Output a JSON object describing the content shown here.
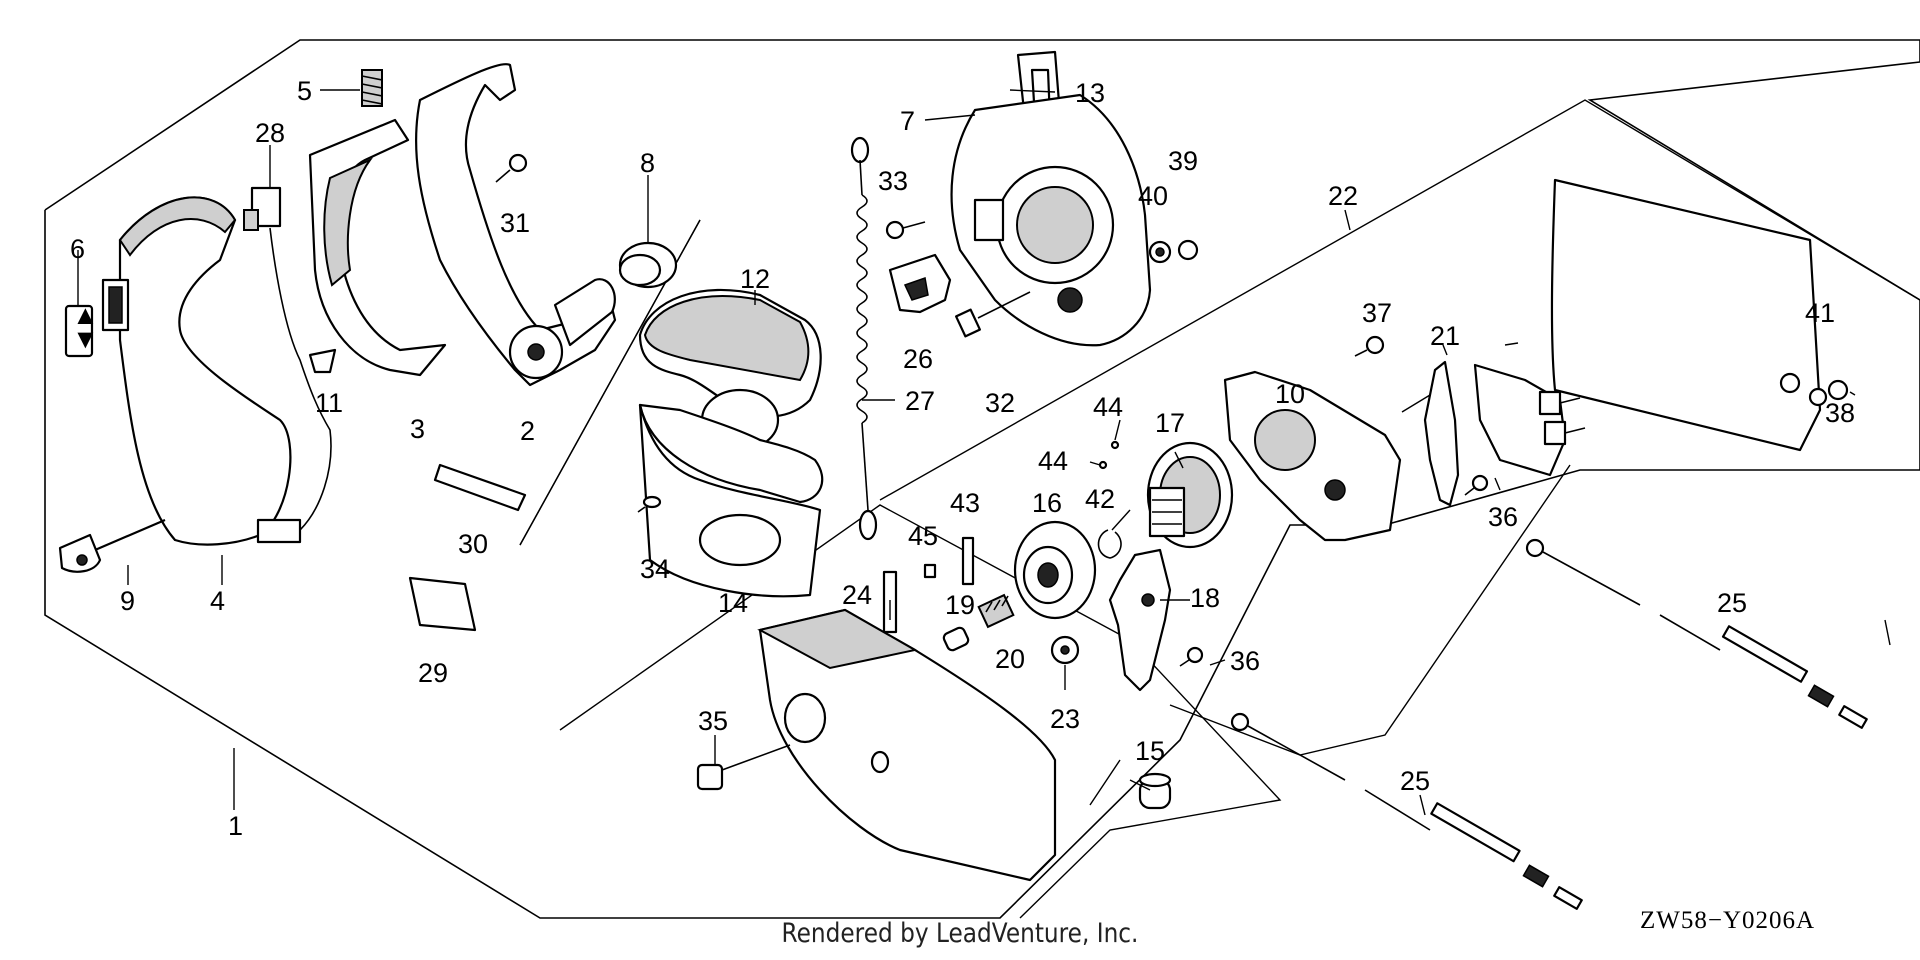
{
  "diagram_code": "ZW58−Y0206A",
  "footer": "Rendered by LeadVenture, Inc.",
  "callouts": [
    "1",
    "2",
    "3",
    "4",
    "5",
    "6",
    "7",
    "8",
    "9",
    "10",
    "11",
    "12",
    "13",
    "14",
    "15",
    "16",
    "17",
    "18",
    "19",
    "20",
    "21",
    "22",
    "23",
    "24",
    "25",
    "25",
    "26",
    "27",
    "28",
    "29",
    "30",
    "31",
    "32",
    "33",
    "34",
    "35",
    "36",
    "36",
    "37",
    "38",
    "39",
    "40",
    "41",
    "42",
    "43",
    "44",
    "44",
    "45"
  ]
}
